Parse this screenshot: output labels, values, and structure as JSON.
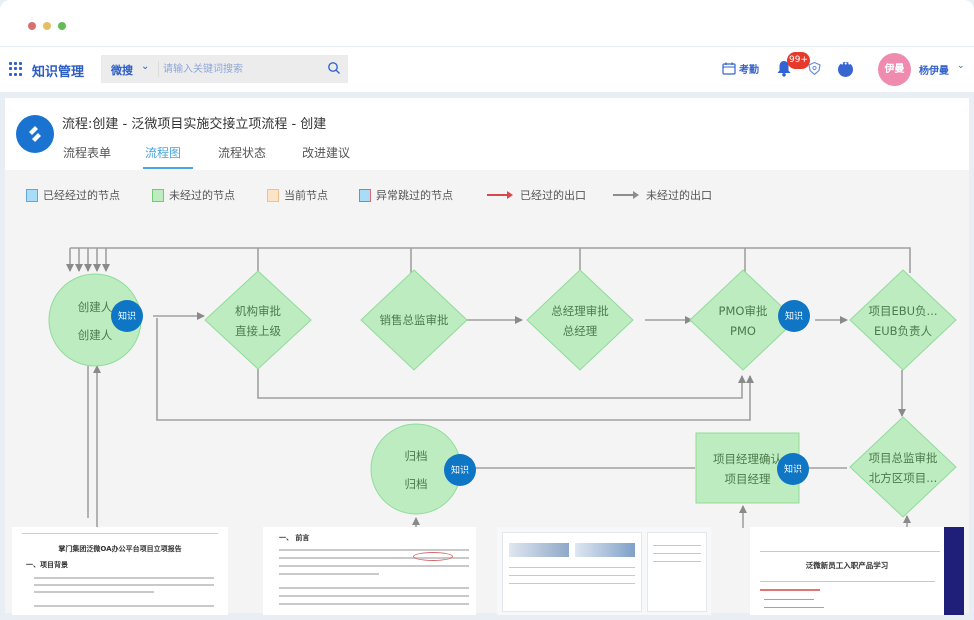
{
  "window": {
    "controls": [
      "close",
      "minimize",
      "maximize"
    ]
  },
  "topnav": {
    "app_icon": "apps-grid-icon",
    "app_title": "知识管理",
    "search": {
      "scope": "微搜",
      "placeholder": "请输入关键词搜索",
      "value": ""
    },
    "attendance_label": "考勤",
    "notification_badge": "99+",
    "user": {
      "avatar_text": "伊曼",
      "name": "杨伊曼",
      "avatar_color": "#f08bb0"
    }
  },
  "header": {
    "title": "流程:创建 - 泛微项目实施交接立项流程 - 创建",
    "tabs": [
      {
        "label": "流程表单",
        "active": false
      },
      {
        "label": "流程图",
        "active": true
      },
      {
        "label": "流程状态",
        "active": false
      },
      {
        "label": "改进建议",
        "active": false
      }
    ]
  },
  "legend": [
    {
      "label": "已经经过的节点",
      "type": "swatch",
      "fill": "#a9dcf7",
      "border": "#5ea9d8"
    },
    {
      "label": "未经过的节点",
      "type": "swatch",
      "fill": "#bdecc0",
      "border": "#6fcb77"
    },
    {
      "label": "当前节点",
      "type": "swatch",
      "fill": "#fde3c7",
      "border": "#f2c08f"
    },
    {
      "label": "异常跳过的节点",
      "type": "swatch",
      "fill": "#a9dcf7",
      "border": "#d46a7a"
    },
    {
      "label": "已经过的出口",
      "type": "arrow",
      "color": "#d9484e"
    },
    {
      "label": "未经过的出口",
      "type": "arrow",
      "color": "#8d8d8d"
    }
  ],
  "flow": {
    "kb_label": "知识",
    "nodes": [
      {
        "id": "creator",
        "shape": "circle",
        "line1": "创建人",
        "line2": "创建人",
        "kb": true
      },
      {
        "id": "org-approve",
        "shape": "diamond",
        "line1": "机构审批",
        "line2": "直接上级",
        "kb": false
      },
      {
        "id": "sales-approve",
        "shape": "diamond",
        "line1": "销售总监审批",
        "line2": "",
        "kb": false
      },
      {
        "id": "gm-approve",
        "shape": "diamond",
        "line1": "总经理审批",
        "line2": "总经理",
        "kb": false
      },
      {
        "id": "pmo-approve",
        "shape": "diamond",
        "line1": "PMO审批",
        "line2": "PMO",
        "kb": true
      },
      {
        "id": "ebu-approve",
        "shape": "diamond",
        "line1": "项目EBU负...",
        "line2": "EUB负责人",
        "kb": false
      },
      {
        "id": "archive",
        "shape": "circle",
        "line1": "归档",
        "line2": "归档",
        "kb": true
      },
      {
        "id": "pm-confirm",
        "shape": "rect",
        "line1": "项目经理确认",
        "line2": "项目经理",
        "kb": true
      },
      {
        "id": "director-approve",
        "shape": "diamond",
        "line1": "项目总监审批",
        "line2": "北方区项目...",
        "kb": false
      }
    ],
    "node_fill": "#bdecc0",
    "node_border": "#8fdc98",
    "kb_color": "#0e76c4",
    "edge_color": "#a0a0a0"
  },
  "thumbnails": [
    {
      "title": "掌门集团泛微OA办公平台项目立项报告",
      "heading": "一、项目背景"
    },
    {
      "title": "",
      "heading": "一、 前言"
    },
    {
      "title": "",
      "heading": ""
    },
    {
      "title": "泛微新员工入职产品学习",
      "heading": ""
    }
  ]
}
